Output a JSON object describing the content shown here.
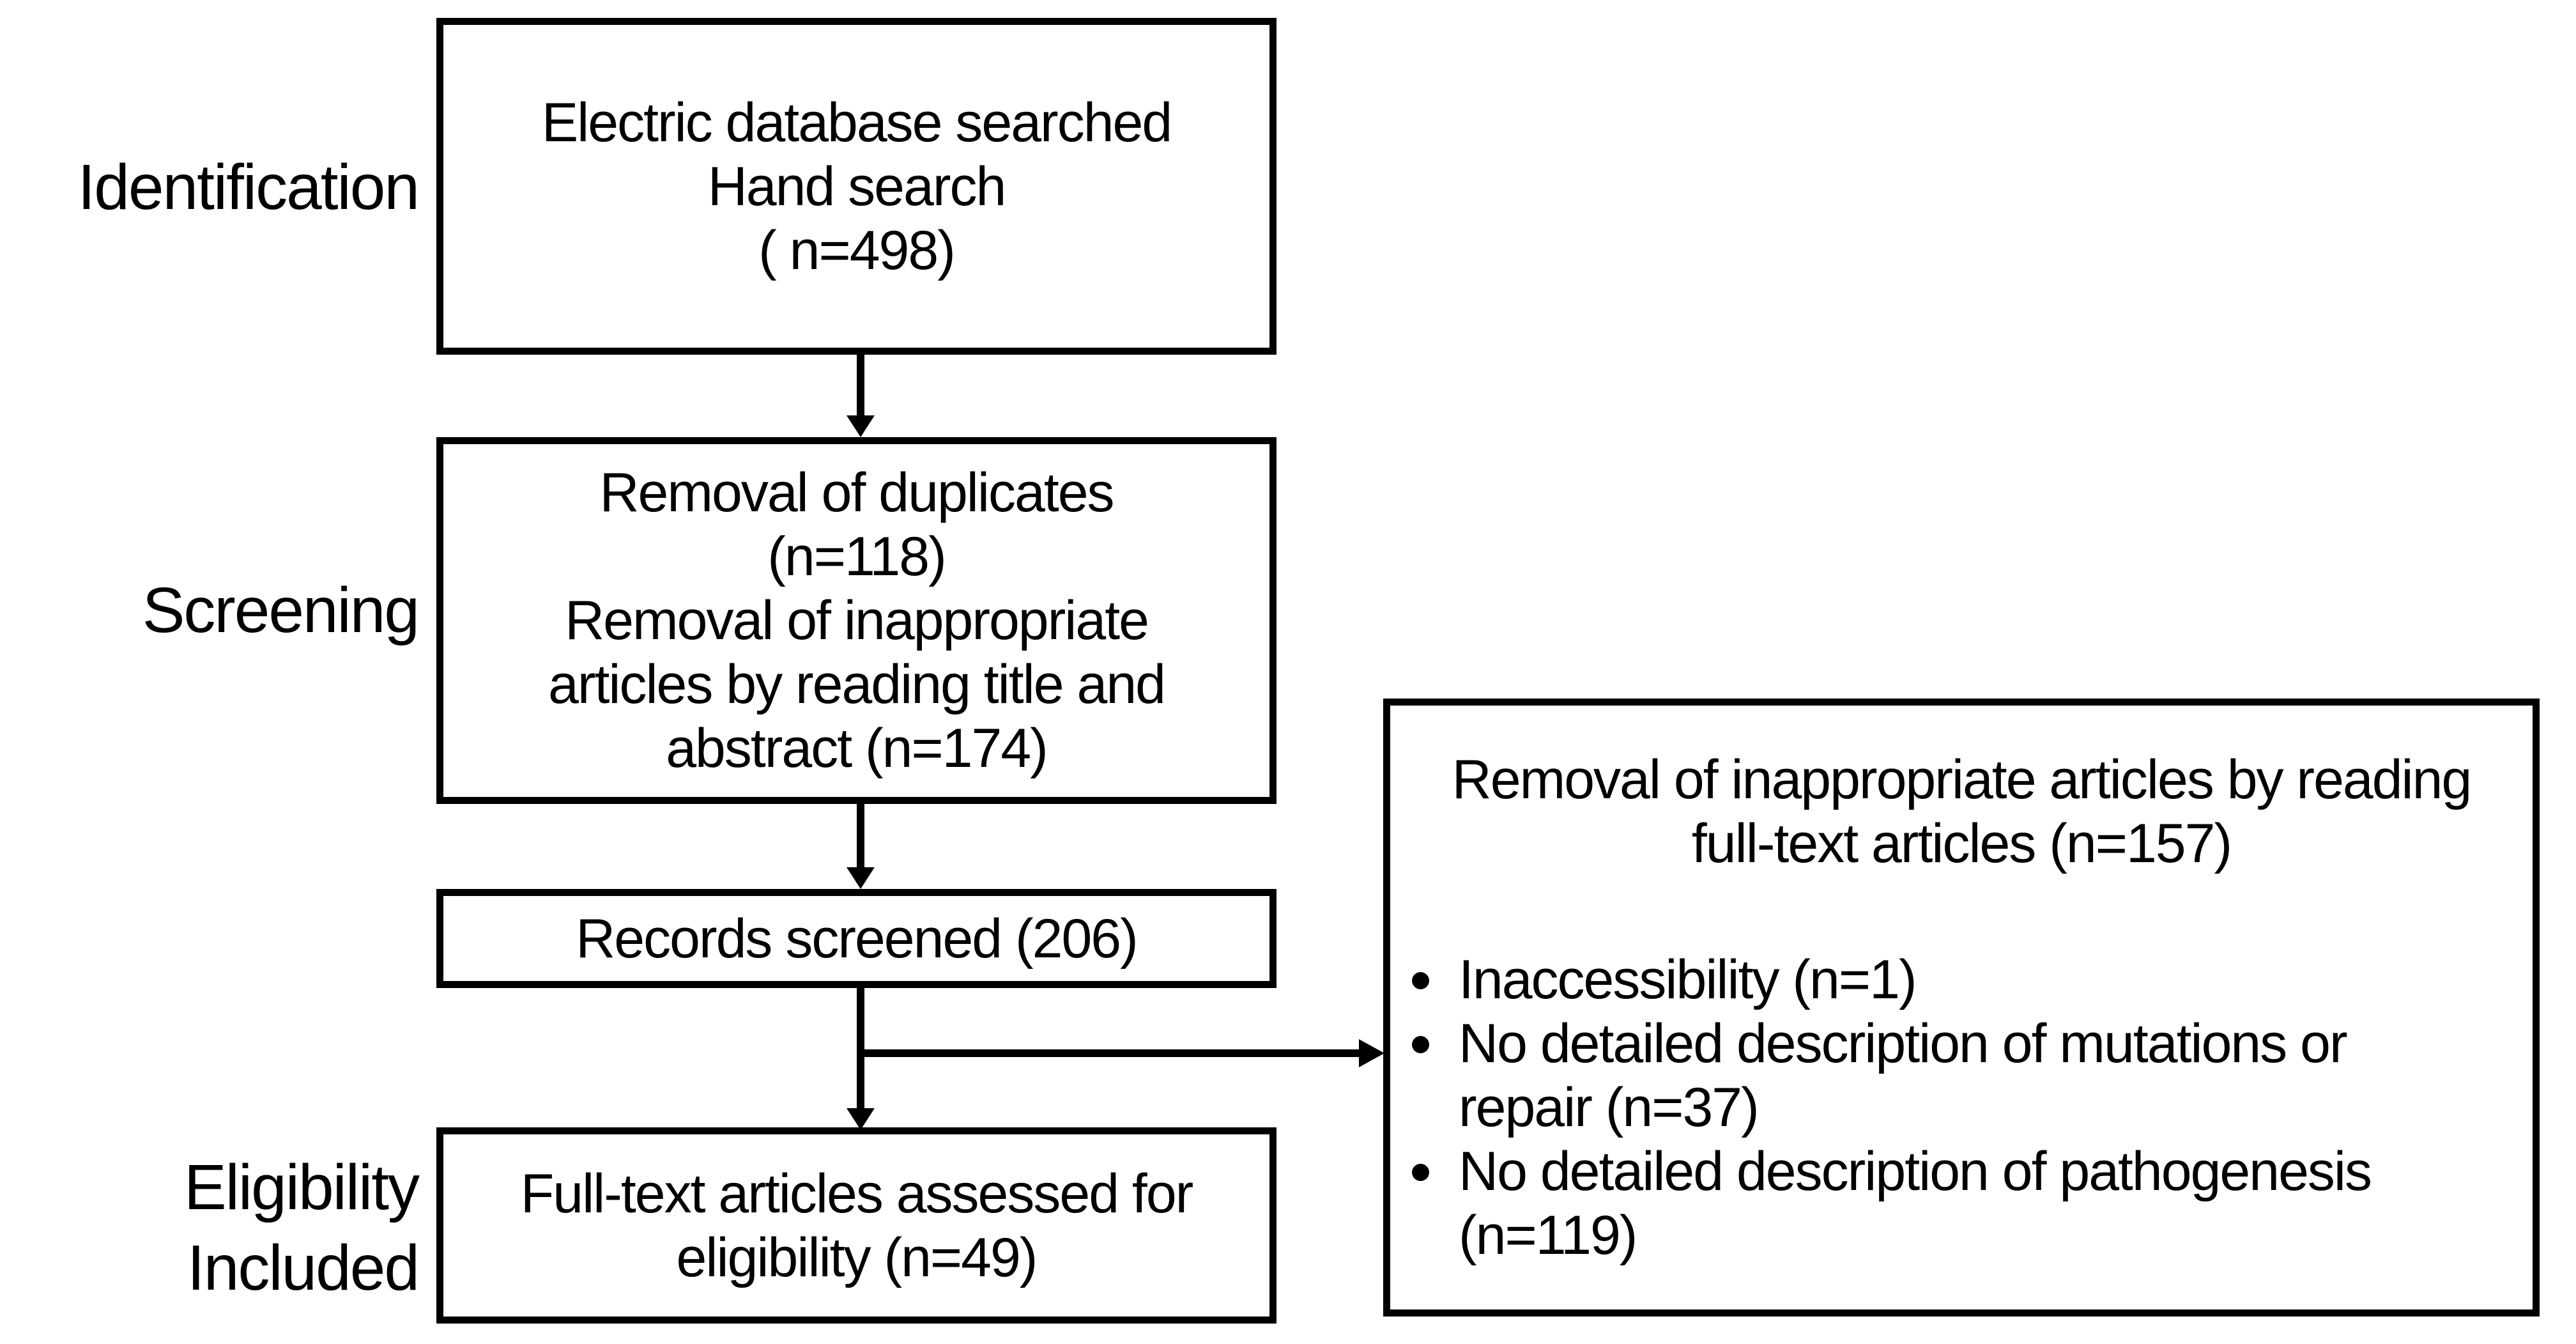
{
  "figure": {
    "colors": {
      "ink": "#000000",
      "paper": "#ffffff"
    },
    "stage_labels": {
      "identification": "Identification",
      "screening": "Screening",
      "eligibility": "Eligibility",
      "included": "Included"
    },
    "box_search": {
      "line1": "Electric database searched",
      "line2": "Hand search",
      "line3": "( n=498)"
    },
    "box_removal": {
      "line1": "Removal of duplicates",
      "line2": "(n=118)",
      "line3": "Removal of inappropriate",
      "line4": "articles by reading title and",
      "line5": "abstract (n=174)"
    },
    "box_screened": {
      "line1": "Records screened (206)"
    },
    "box_fulltext": {
      "line1": "Full-text articles assessed for",
      "line2": "eligibility (n=49)"
    },
    "box_excluded": {
      "title_line1": "Removal of inappropriate articles by reading",
      "title_line2": "full-text articles (n=157)",
      "bullet1_line1": "Inaccessibility (n=1)",
      "bullet2_line1": "No detailed description of mutations or",
      "bullet2_line2": "repair (n=37)",
      "bullet3_line1": "No detailed description of pathogenesis",
      "bullet3_line2": "(n=119)"
    }
  }
}
